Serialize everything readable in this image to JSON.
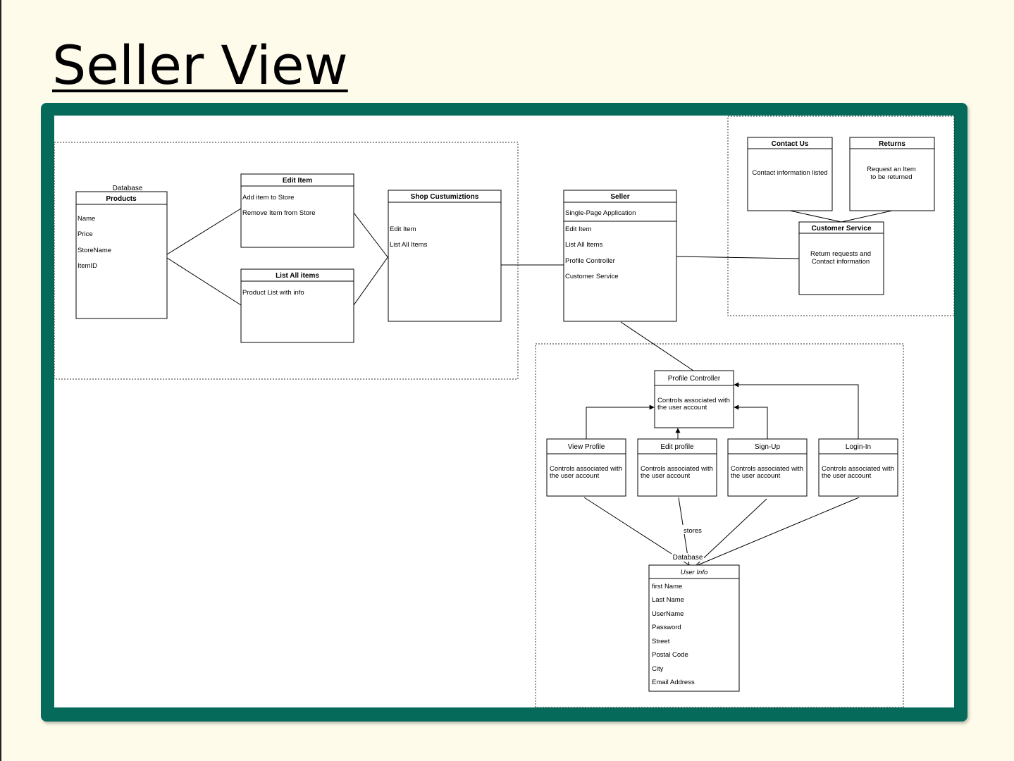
{
  "slide": {
    "title": "Seller View"
  },
  "diagram": {
    "products": {
      "caption": "Database",
      "title": "Products",
      "fields": [
        "Name",
        "Price",
        "StoreName",
        "ItemID"
      ]
    },
    "edit_item": {
      "title": "Edit Item",
      "rows": [
        "Add item to Store",
        "Remove Item from Store"
      ]
    },
    "list_all": {
      "title": "List All items",
      "rows": [
        "Product List with info"
      ]
    },
    "shop": {
      "title": "Shop Custumiztions",
      "rows": [
        "Edit Item",
        "List All Items"
      ]
    },
    "seller": {
      "title": "Seller",
      "subtitle": "Single-Page Application",
      "rows": [
        "Edit Item",
        "List All Items",
        "Profile Controller",
        "Customer Service"
      ]
    },
    "contact_us": {
      "title": "Contact Us",
      "body": "Contact information listed"
    },
    "returns": {
      "title": "Returns",
      "body_line1": "Request an Item",
      "body_line2": "to be returned"
    },
    "customer_service": {
      "title": "Customer Service",
      "body_line1": "Return requests and",
      "body_line2": "Contact information"
    },
    "profile_controller": {
      "title": "Profile Controller",
      "body_line1": "Controls associated with",
      "body_line2": "the user account"
    },
    "view_profile": {
      "title": "View Profile",
      "body_line1": "Controls associated with",
      "body_line2": "the user account"
    },
    "edit_profile": {
      "title": "Edit profile",
      "body_line1": "Controls associated with",
      "body_line2": "the user account"
    },
    "sign_up": {
      "title": "Sign-Up",
      "body_line1": "Controls associated with",
      "body_line2": "the user account"
    },
    "login": {
      "title": "Login-In",
      "body_line1": "Controls associated with",
      "body_line2": "the user account"
    },
    "stores_label": "stores",
    "user_info": {
      "caption": "Database",
      "title": "User Info",
      "fields": [
        "first Name",
        "Last Name",
        "UserName",
        "Password",
        "Street",
        "Postal Code",
        "City",
        "Email Address"
      ]
    }
  }
}
